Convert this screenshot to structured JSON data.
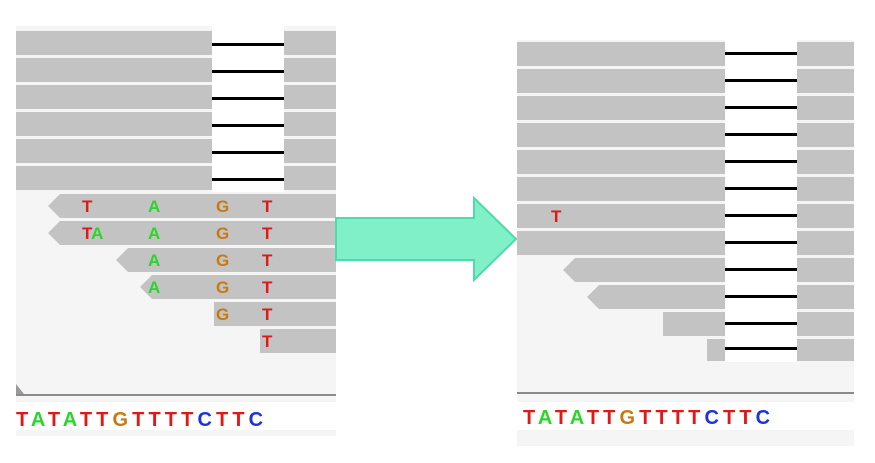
{
  "colors": {
    "read": "#c3c3c3",
    "deletion": "#000000",
    "background": "#f5f5f5",
    "arrow_fill": "#7ff0c8",
    "arrow_stroke": "#4fd9ad",
    "base_A": "#2bd52b",
    "base_C": "#1a33dd",
    "base_G": "#c87a12",
    "base_T": "#e01818"
  },
  "before": {
    "reference": "TATATTGTTTTCTTC",
    "mismatch_rows": [
      [
        "T",
        "A",
        "G",
        "T"
      ],
      [
        "TA",
        "A",
        "G",
        "T"
      ],
      [
        "A",
        "G",
        "T"
      ],
      [
        "A",
        "G",
        "T"
      ],
      [
        "G",
        "T"
      ],
      [
        "T"
      ]
    ]
  },
  "after": {
    "reference": "TATATTGTTTTCTTC",
    "mismatch": "T"
  },
  "arrow": {
    "direction": "right",
    "icon": "right-arrow-icon"
  }
}
